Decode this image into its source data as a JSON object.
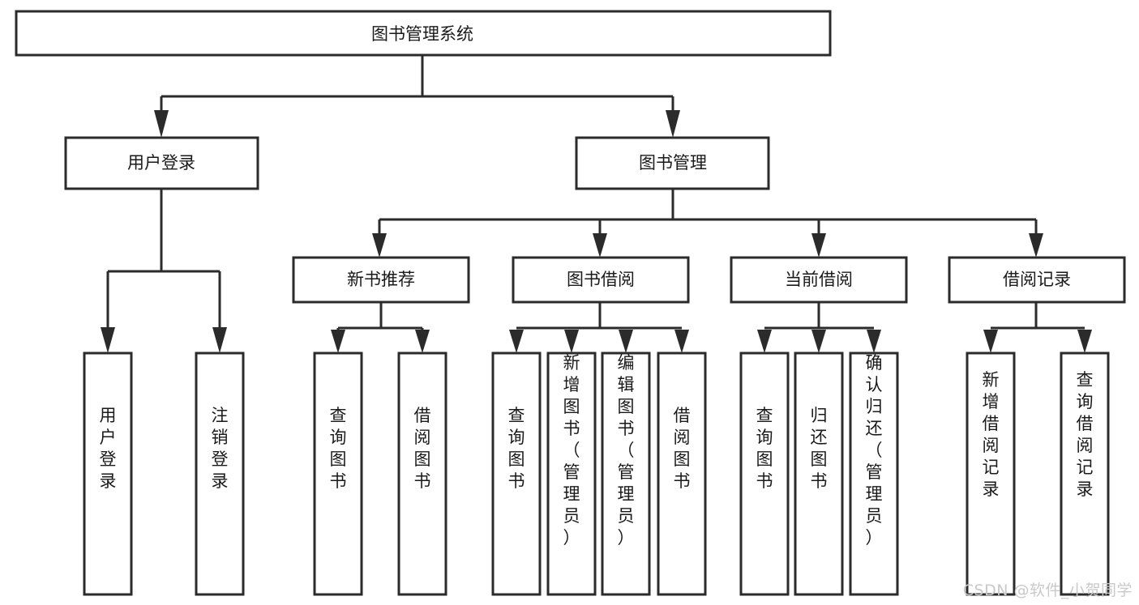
{
  "diagram": {
    "title": "图书管理系统",
    "type": "tree-hierarchy-diagram",
    "orientation": "top-down",
    "levels": 4,
    "colors": {
      "box_fill": "#ffffff",
      "box_stroke": "#2b2b2b",
      "text": "#1a1a1a",
      "connector": "#2b2b2b",
      "background": "#ffffff",
      "watermark": "#c9c9c9"
    }
  },
  "root": {
    "label": "图书管理系统"
  },
  "level2": [
    {
      "label": "用户登录"
    },
    {
      "label": "图书管理"
    }
  ],
  "level3": [
    {
      "label": "新书推荐"
    },
    {
      "label": "图书借阅"
    },
    {
      "label": "当前借阅"
    },
    {
      "label": "借阅记录"
    }
  ],
  "leaves": {
    "user_login": [
      {
        "label": "用户登录"
      },
      {
        "label": "注销登录"
      }
    ],
    "new_book_recommend": [
      {
        "label": "查询图书"
      },
      {
        "label": "借阅图书"
      }
    ],
    "book_borrow": [
      {
        "label": "查询图书"
      },
      {
        "label": "新增图书（管理员）"
      },
      {
        "label": "编辑图书（管理员）"
      },
      {
        "label": "借阅图书"
      }
    ],
    "current_borrow": [
      {
        "label": "查询图书"
      },
      {
        "label": "归还图书"
      },
      {
        "label": "确认归还（管理员）"
      }
    ],
    "borrow_record": [
      {
        "label": "新增借阅记录"
      },
      {
        "label": "查询借阅记录"
      }
    ]
  },
  "watermark": {
    "text": "CSDN @软件_小贺同学"
  }
}
